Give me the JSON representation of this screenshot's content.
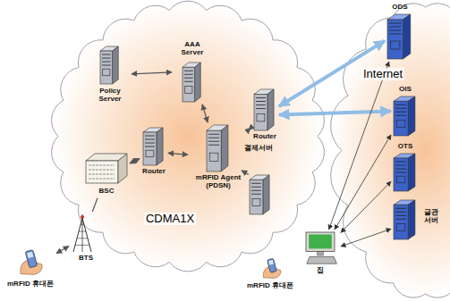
{
  "diagram": {
    "nodes": [
      {
        "text": [
          "CDMA1X"
        ]
      },
      {
        "text": [
          "Policy Server"
        ],
        "in": 0
      },
      {
        "text": [
          "AAA Server"
        ],
        "in": 0
      },
      {
        "text": [
          "Router"
        ],
        "in": 0
      },
      {
        "text": [
          "Router"
        ],
        "in": 0
      },
      {
        "text": [
          "mRFID Agent (PDSN)"
        ],
        "in": 0
      },
      {
        "text": [
          "결제서버"
        ],
        "in": 0
      },
      {
        "text": [
          "BSC"
        ],
        "in": 0
      },
      {
        "text": [
          "BTS"
        ]
      },
      {
        "text": [
          "mRFID 휴대폰"
        ]
      },
      {
        "text": [
          "Internet"
        ]
      },
      {
        "text": [
          "ODS"
        ],
        "in": 10
      },
      {
        "text": [
          "OIS"
        ],
        "in": 10
      },
      {
        "text": [
          "OTS"
        ],
        "in": 10
      },
      {
        "text": [
          "글관 서버"
        ],
        "in": 10
      },
      {
        "text": [
          "집"
        ]
      },
      {
        "text": [
          "mRFID 휴대폰"
        ]
      }
    ],
    "edges": [
      {
        "from": 1,
        "to": 2,
        "arrow": "both"
      },
      {
        "from": 2,
        "to": 5,
        "arrow": "both"
      },
      {
        "from": 4,
        "to": 5,
        "arrow": "both"
      },
      {
        "from": 7,
        "to": 4,
        "arrow": "both"
      },
      {
        "from": 5,
        "to": 3,
        "arrow": "both"
      },
      {
        "from": 5,
        "to": 6,
        "arrow": "to"
      },
      {
        "from": 7,
        "to": 8,
        "arrow": "none"
      },
      {
        "from": 8,
        "to": 9,
        "arrow": "both"
      },
      {
        "from": 3,
        "to": 11,
        "arrow": "both"
      },
      {
        "from": 3,
        "to": 12,
        "arrow": "both"
      },
      {
        "from": 15,
        "to": 11,
        "arrow": "both"
      },
      {
        "from": 15,
        "to": 12,
        "arrow": "both"
      },
      {
        "from": 15,
        "to": 13,
        "arrow": "both"
      },
      {
        "from": 15,
        "to": 14,
        "arrow": "both"
      }
    ]
  }
}
